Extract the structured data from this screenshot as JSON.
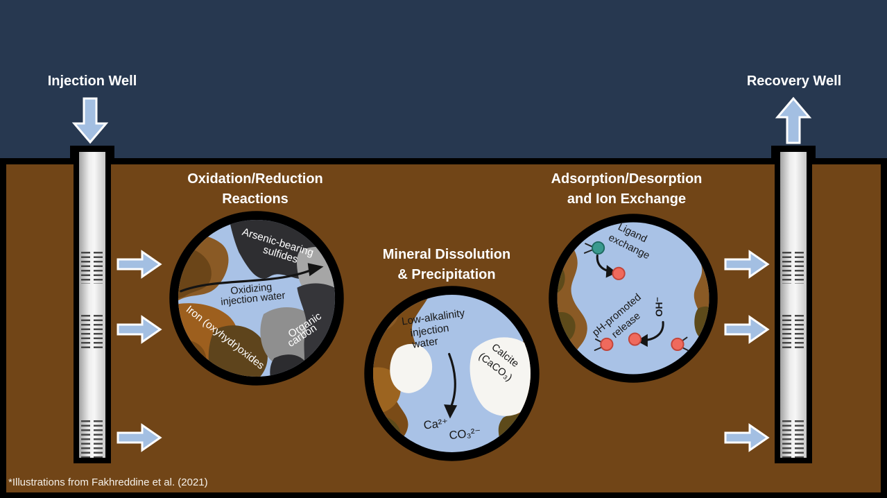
{
  "colors": {
    "sky": "#273850",
    "ground": "#714517",
    "arrow_fill": "#a3bfe2",
    "water": "#a9c2e6",
    "teal_ion": "#3a9a8e",
    "red_ion": "#ef6a5d"
  },
  "wells": {
    "injection_label": "Injection Well",
    "recovery_label": "Recovery Well"
  },
  "footnote": "*Illustrations from Fakhreddine et al. (2021)",
  "insets": {
    "redox": {
      "title": [
        "Oxidation/Reduction",
        "Reactions"
      ],
      "labels": {
        "sulfides": [
          "Arsenic-bearing",
          "sulfides"
        ],
        "water": [
          "Oxidizing",
          "injection water"
        ],
        "iron": "Iron (oxyhydr)oxides",
        "organic": [
          "Organic",
          "carbon"
        ]
      }
    },
    "mineral": {
      "title": [
        "Mineral Dissolution",
        "& Precipitation"
      ],
      "labels": {
        "water": [
          "Low-alkalinity",
          "injection",
          "water"
        ],
        "calcite": [
          "Calcite",
          "(CaCO₃)"
        ],
        "ions": [
          "Ca²⁺",
          "CO₃²⁻"
        ]
      }
    },
    "adsorption": {
      "title": [
        "Adsorption/Desorption",
        "and Ion Exchange"
      ],
      "labels": {
        "ligand": [
          "Ligand",
          "exchange"
        ],
        "ph": [
          "pH-promoted",
          "release"
        ],
        "hydroxide": "OH⁻"
      }
    }
  }
}
